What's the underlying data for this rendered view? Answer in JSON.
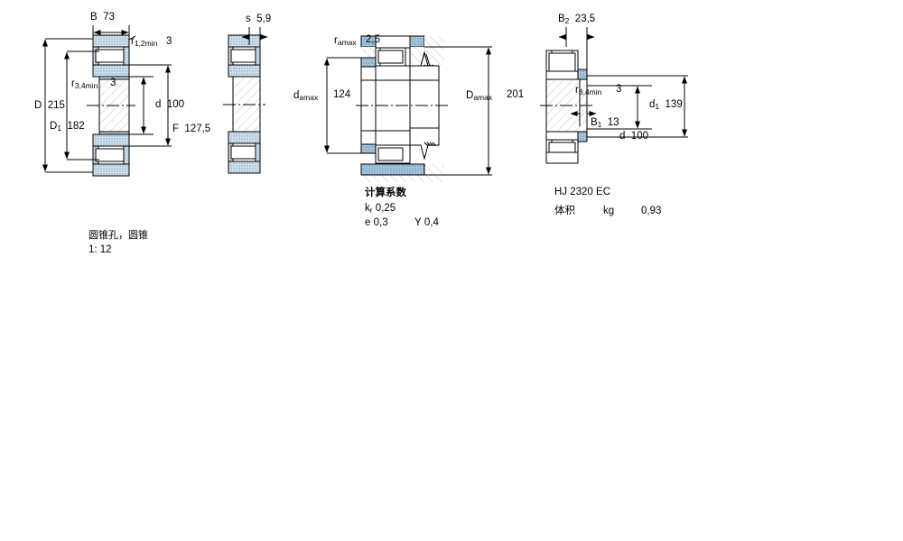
{
  "drawing": {
    "title": "SKF cylindrical roller bearing dimension drawing",
    "colors": {
      "ring_fill": "#b7cfe0",
      "abutment_fill": "#8fb5cc",
      "hatch": "#c8c8c8",
      "line": "#000000",
      "white": "#ffffff"
    }
  },
  "view1": {
    "name": "main-cross-section",
    "dims": [
      {
        "id": "B",
        "symbol": "B",
        "sub": "",
        "value": "73"
      },
      {
        "id": "r12min",
        "symbol": "r",
        "sub": "1,2min",
        "value": "3"
      },
      {
        "id": "r34min",
        "symbol": "r",
        "sub": "3,4min",
        "value": "3"
      },
      {
        "id": "D",
        "symbol": "D",
        "sub": "",
        "value": "215"
      },
      {
        "id": "D1",
        "symbol": "D",
        "sub": "1",
        "value": "182"
      },
      {
        "id": "d",
        "symbol": "d",
        "sub": "",
        "value": "100"
      },
      {
        "id": "F",
        "symbol": "F",
        "sub": "",
        "value": "127,5"
      }
    ],
    "note_line1": "圆锥孔，圆锥",
    "note_line2": "1: 12"
  },
  "view2": {
    "name": "side-section",
    "dims": [
      {
        "id": "s",
        "symbol": "s",
        "sub": "",
        "value": "5,9"
      }
    ]
  },
  "view3": {
    "name": "abutment-dimensions",
    "dims": [
      {
        "id": "ramax",
        "symbol": "r",
        "sub": "amax",
        "value": "2,5"
      },
      {
        "id": "damax",
        "symbol": "d",
        "sub": "amax",
        "value": "124"
      },
      {
        "id": "Damax",
        "symbol": "D",
        "sub": "amax",
        "value": "201"
      }
    ],
    "factors_title": "计算系数",
    "factors": [
      {
        "symbol": "k",
        "sub": "r",
        "value": "0,25"
      },
      {
        "symbol": "e",
        "sub": "",
        "value": "0,3"
      },
      {
        "symbol": "Y",
        "sub": "",
        "value": "0,4"
      }
    ]
  },
  "view4": {
    "name": "angle-ring",
    "dims": [
      {
        "id": "B2",
        "symbol": "B",
        "sub": "2",
        "value": "23,5"
      },
      {
        "id": "r34min",
        "symbol": "r",
        "sub": "3,4min",
        "value": "3"
      },
      {
        "id": "B1",
        "symbol": "B",
        "sub": "1",
        "value": "13"
      },
      {
        "id": "d1",
        "symbol": "d",
        "sub": "1",
        "value": "139"
      },
      {
        "id": "d",
        "symbol": "d",
        "sub": "",
        "value": "100"
      }
    ],
    "designation": "HJ 2320 EC",
    "mass_label": "体积",
    "mass_unit": "kg",
    "mass_value": "0,93"
  }
}
